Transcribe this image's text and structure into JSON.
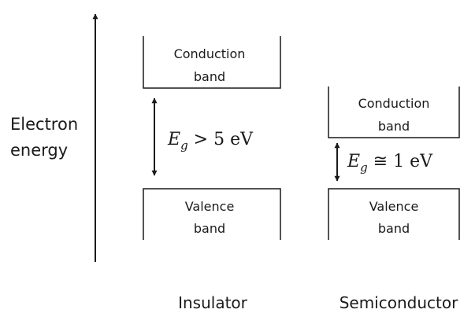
{
  "axis": {
    "label_line1": "Electron",
    "label_line2": "energy"
  },
  "insulator": {
    "conduction_line1": "Conduction",
    "conduction_line2": "band",
    "valence_line1": "Valence",
    "valence_line2": "band",
    "gap_symbol": "E",
    "gap_subscript": "g",
    "gap_relation": " > 5 eV",
    "name": "Insulator"
  },
  "semiconductor": {
    "conduction_line1": "Conduction",
    "conduction_line2": "band",
    "valence_line1": "Valence",
    "valence_line2": "band",
    "gap_symbol": "E",
    "gap_subscript": "g",
    "gap_relation": " ≅ 1 eV",
    "name": "Semiconductor"
  }
}
